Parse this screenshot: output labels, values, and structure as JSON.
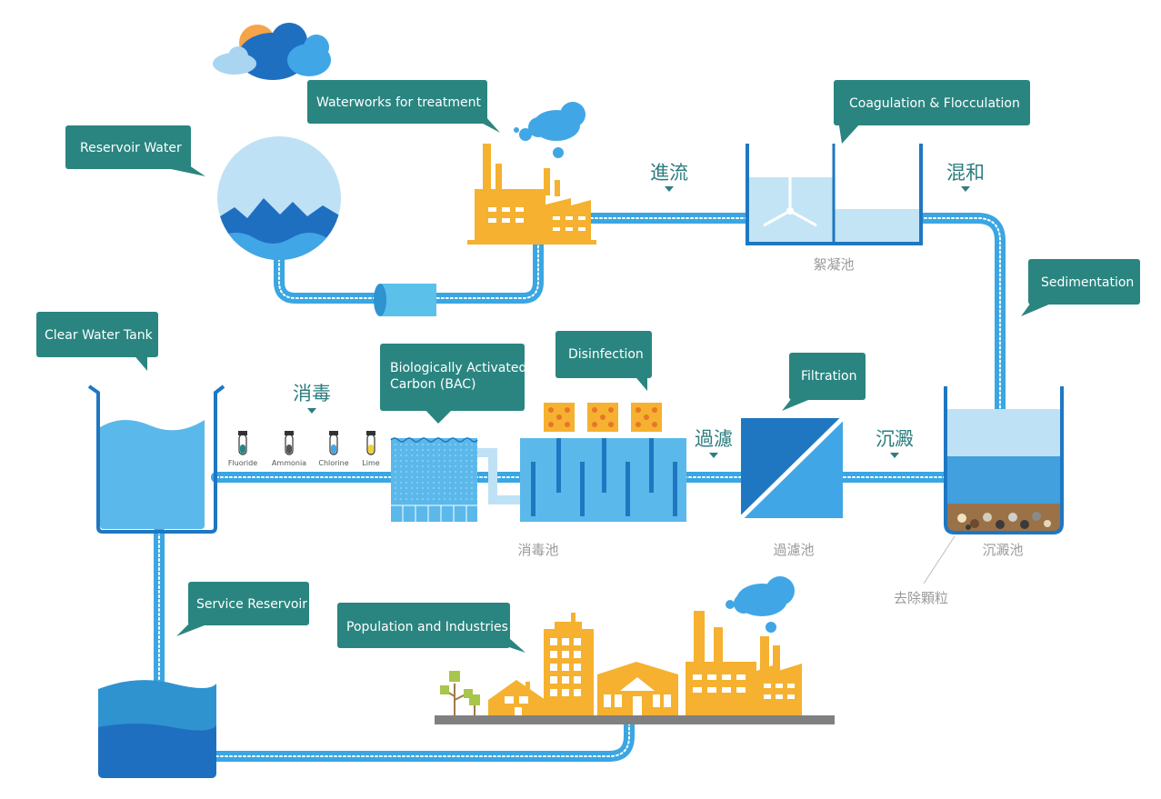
{
  "callouts": {
    "reservoir_water": "Reservoir Water",
    "waterworks": "Waterworks for treatment",
    "coagulation": "Coagulation & Flocculation",
    "sedimentation": "Sedimentation",
    "clear_water_tank": "Clear Water Tank",
    "bac_line1": "Biologically Activated",
    "bac_line2": "Carbon (BAC)",
    "disinfection": "Disinfection",
    "filtration": "Filtration",
    "service_reservoir": "Service Reservoir",
    "population": "Population and Industries"
  },
  "steps": {
    "inflow": "進流",
    "mixing": "混和",
    "disinfect": "消毒",
    "filter": "過濾",
    "settle": "沉澱"
  },
  "tank_labels": {
    "floc_tank": "絮凝池",
    "disinfection_tank": "消毒池",
    "filter_tank": "過濾池",
    "sedimentation_tank": "沉澱池",
    "remove_particles": "去除顆粒"
  },
  "chemicals": [
    "Fluoride",
    "Ammonia",
    "Chlorine",
    "Lime"
  ],
  "colors": {
    "callout": "#2a8580",
    "pipe": "#3aa6e2",
    "water": "#5bb8ea",
    "deep_water": "#1f77c2",
    "building": "#f5b12f",
    "ground": "#808080"
  }
}
